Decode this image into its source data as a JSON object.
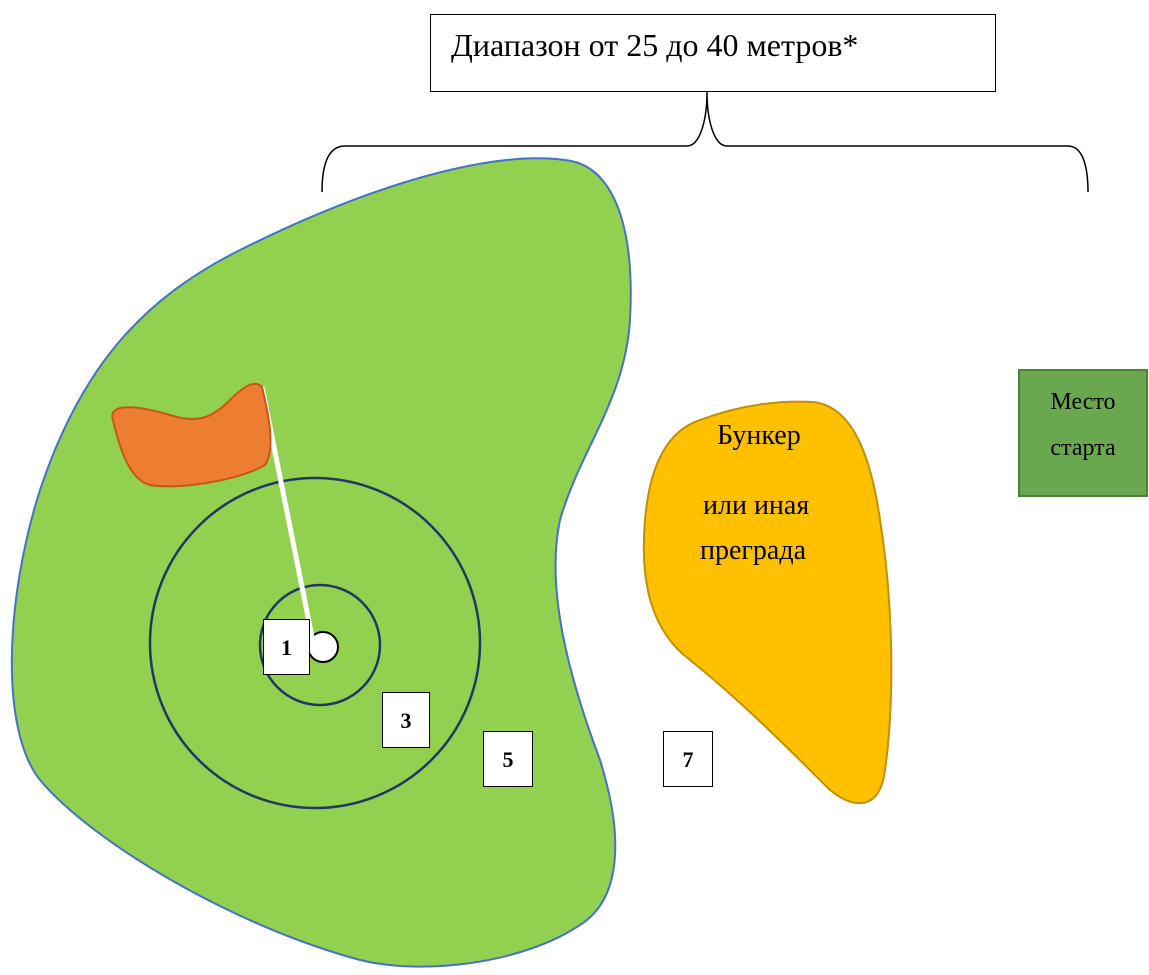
{
  "range_label": "Диапазон от 25 до 40 метров*",
  "start_area": {
    "line1": "Место",
    "line2": "старта"
  },
  "bunker": {
    "line1": "Бункер",
    "line2": "или иная",
    "line3": "преграда"
  },
  "markers": [
    "1",
    "3",
    "5",
    "7"
  ],
  "colors": {
    "green": "#92d050",
    "green_outline": "#4472c4",
    "flag": "#ed7d31",
    "bunker": "#ffc000",
    "start": "#6aa84f",
    "rings": "#1f3864"
  }
}
